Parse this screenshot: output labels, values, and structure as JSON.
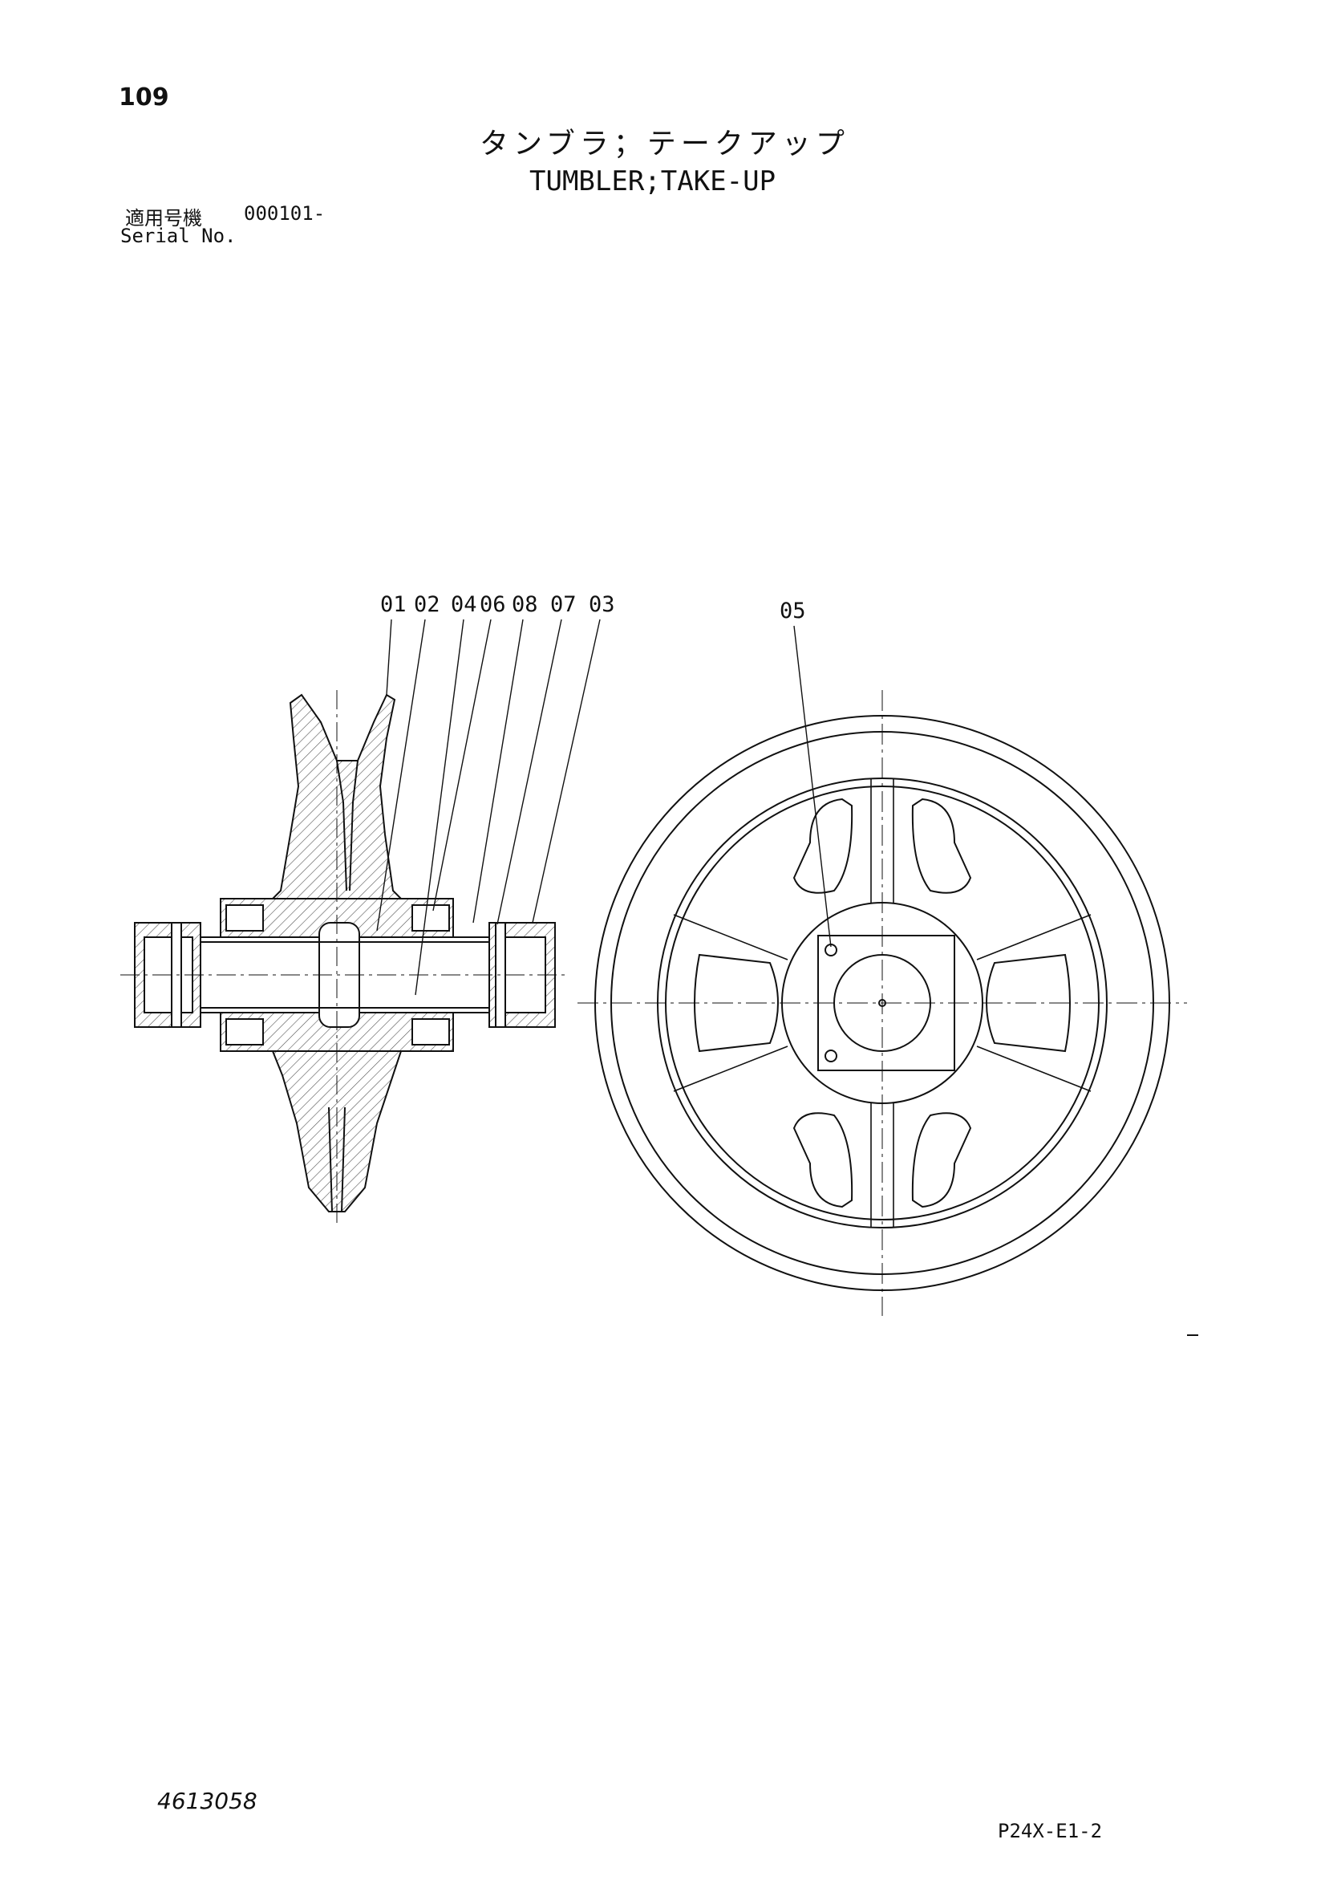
{
  "page": {
    "number": "109",
    "title_jp": "タンブラ；テークアップ",
    "title_en": "TUMBLER;TAKE-UP",
    "serial_label_jp": "適用号機",
    "serial_value": "000101-",
    "serial_label_en": "Serial No.",
    "drawing_number": "4613058",
    "sheet_code": "P24X-E1-2"
  },
  "parts": [
    {
      "label": "01"
    },
    {
      "label": "02"
    },
    {
      "label": "04"
    },
    {
      "label": "06"
    },
    {
      "label": "08"
    },
    {
      "label": "07"
    },
    {
      "label": "03"
    },
    {
      "label": "05"
    }
  ]
}
